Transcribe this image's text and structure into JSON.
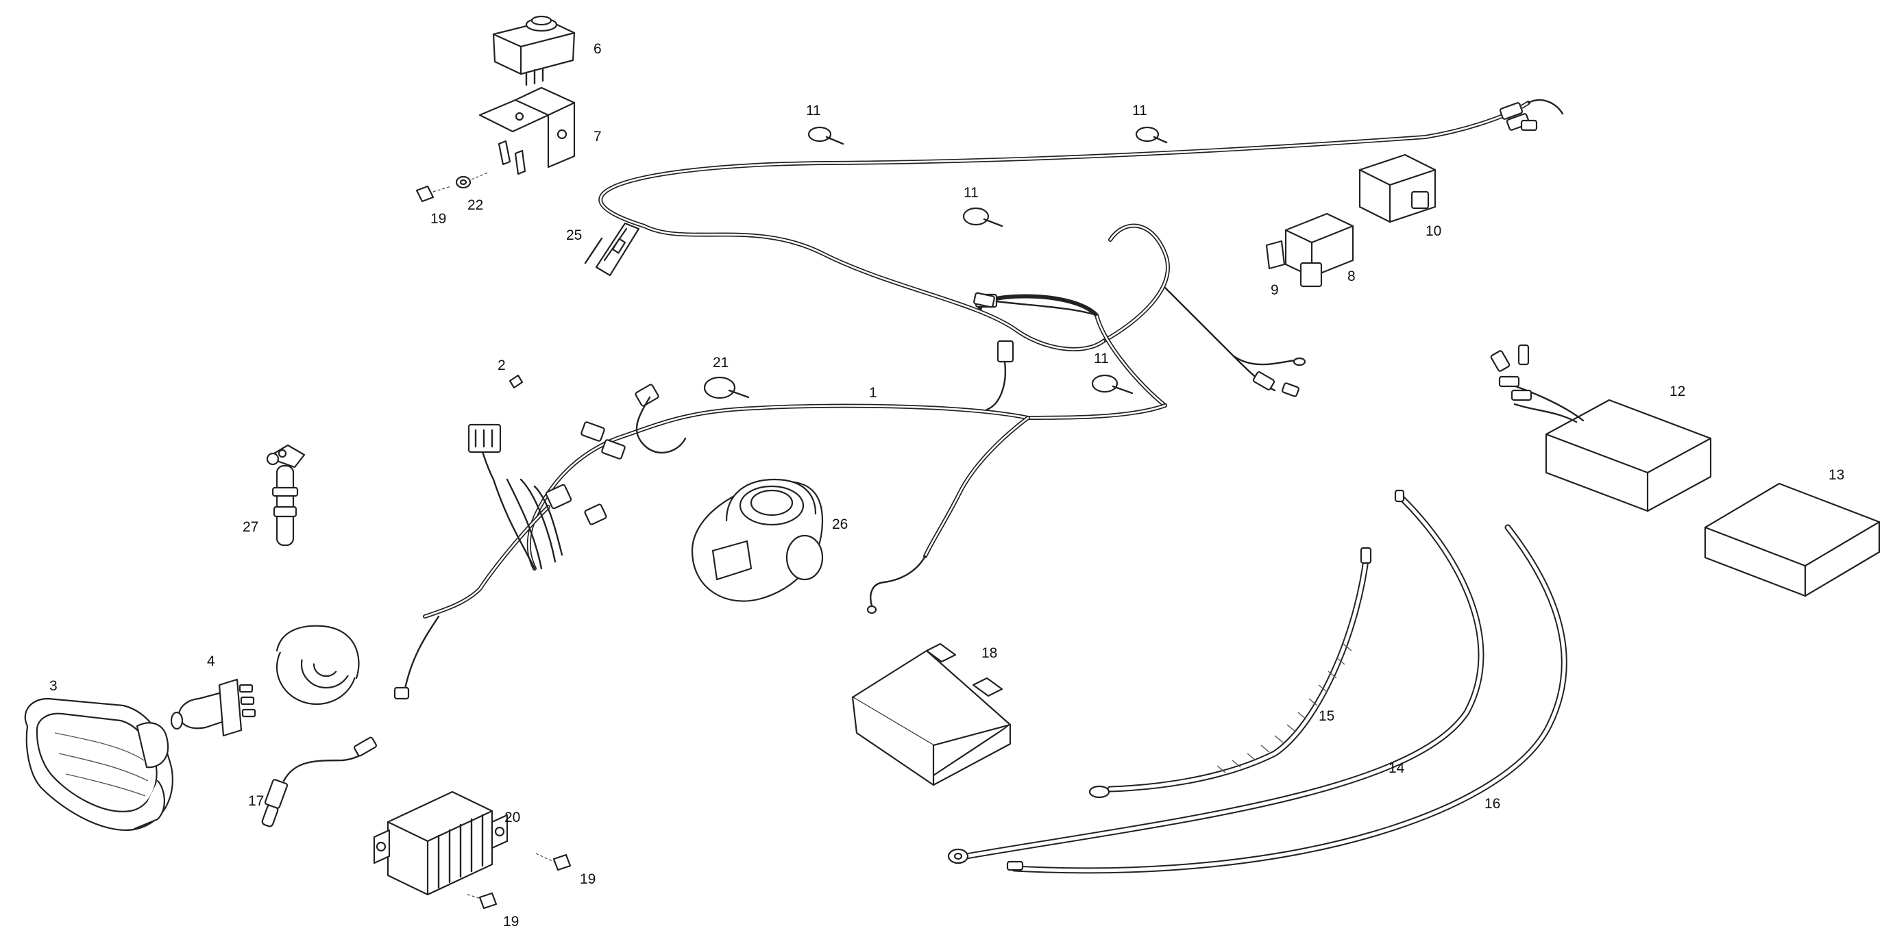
{
  "diagram": {
    "callouts": {
      "c1": "1",
      "c2": "2",
      "c3": "3",
      "c4": "4",
      "c6": "6",
      "c7": "7",
      "c8": "8",
      "c9": "9",
      "c10": "10",
      "c11a": "11",
      "c11b": "11",
      "c11c": "11",
      "c11d": "11",
      "c12": "12",
      "c13": "13",
      "c14": "14",
      "c15": "15",
      "c16": "16",
      "c17": "17",
      "c18": "18",
      "c19a": "19",
      "c19b": "19",
      "c19c": "19",
      "c20": "20",
      "c21": "21",
      "c22": "22",
      "c25": "25",
      "c26": "26",
      "c27": "27"
    },
    "line_color": "#222222",
    "background": "#ffffff"
  }
}
